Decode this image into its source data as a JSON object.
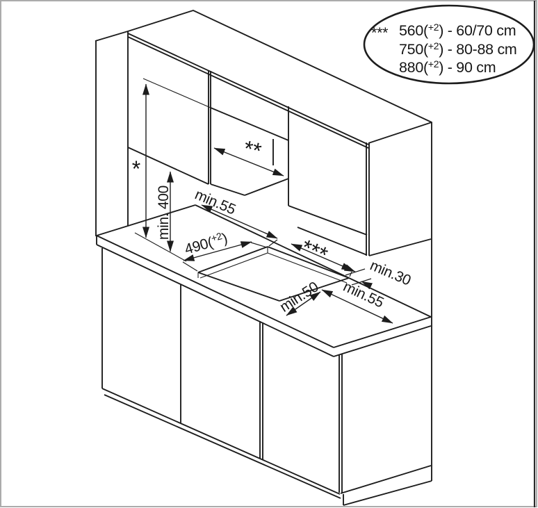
{
  "legend": {
    "rows": [
      {
        "stars": "***",
        "pre": "560(",
        "sup": "+2",
        "post": ") - 60/70 cm"
      },
      {
        "stars": "",
        "pre": "750(",
        "sup": "+2",
        "post": ") - 80-88 cm"
      },
      {
        "stars": "",
        "pre": "880(",
        "sup": "+2",
        "post": ") - 90 cm"
      }
    ]
  },
  "dimensions": {
    "height_reference": "*",
    "hood_width": "**",
    "cutout_width": "***",
    "min_height_above_worktop": "min. 400",
    "min_clearance_left": "min.55",
    "min_clearance_right": "min.30",
    "min_clearance_front": "min.50",
    "min_clearance_front_right": "min.55",
    "cutout_depth": {
      "pre": "490(",
      "sup": "+2",
      "post": ")"
    }
  },
  "colors": {
    "line": "#1d1d1d",
    "background": "#ffffff",
    "border": "#ababab"
  }
}
